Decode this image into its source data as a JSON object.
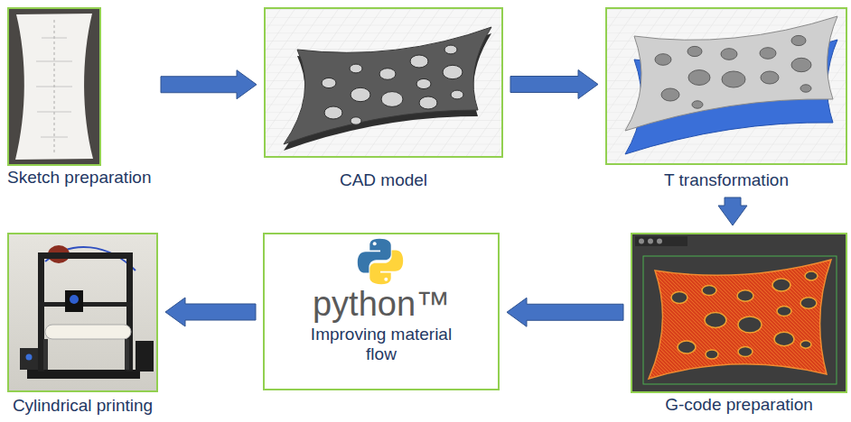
{
  "diagram": {
    "nodes": [
      {
        "text": [
          "Sketch preparation"
        ]
      },
      {
        "text": [
          "CAD model"
        ]
      },
      {
        "text": [
          "T transformation"
        ]
      },
      {
        "text": [
          "G-code preparation"
        ]
      },
      {
        "text": [
          "python™",
          "Improving material flow"
        ]
      },
      {
        "text": [
          "Cylindrical printing"
        ]
      }
    ],
    "edges": [
      {
        "from": 0,
        "to": 1,
        "arrow": "to"
      },
      {
        "from": 1,
        "to": 2,
        "arrow": "to"
      },
      {
        "from": 2,
        "to": 3,
        "arrow": "to"
      },
      {
        "from": 3,
        "to": 4,
        "arrow": "to"
      },
      {
        "from": 4,
        "to": 5,
        "arrow": "to"
      }
    ]
  }
}
